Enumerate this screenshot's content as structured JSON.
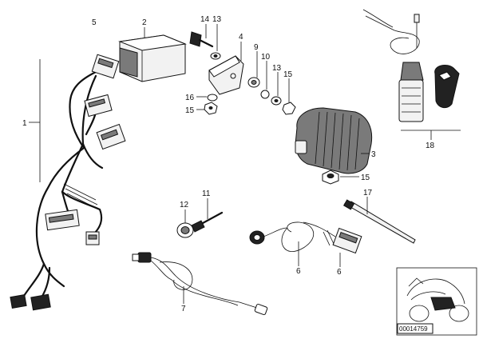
{
  "callouts": {
    "c1": "1",
    "c2": "2",
    "c3": "3",
    "c4": "4",
    "c5": "5",
    "c6a": "6",
    "c6b": "6",
    "c7": "7",
    "c9": "9",
    "c10": "10",
    "c11": "11",
    "c12": "12",
    "c13a": "13",
    "c13b": "13",
    "c14": "14",
    "c15a": "15",
    "c15b": "15",
    "c15c": "15",
    "c16": "16",
    "c17": "17",
    "c18": "18"
  },
  "reference_number": "00014759"
}
